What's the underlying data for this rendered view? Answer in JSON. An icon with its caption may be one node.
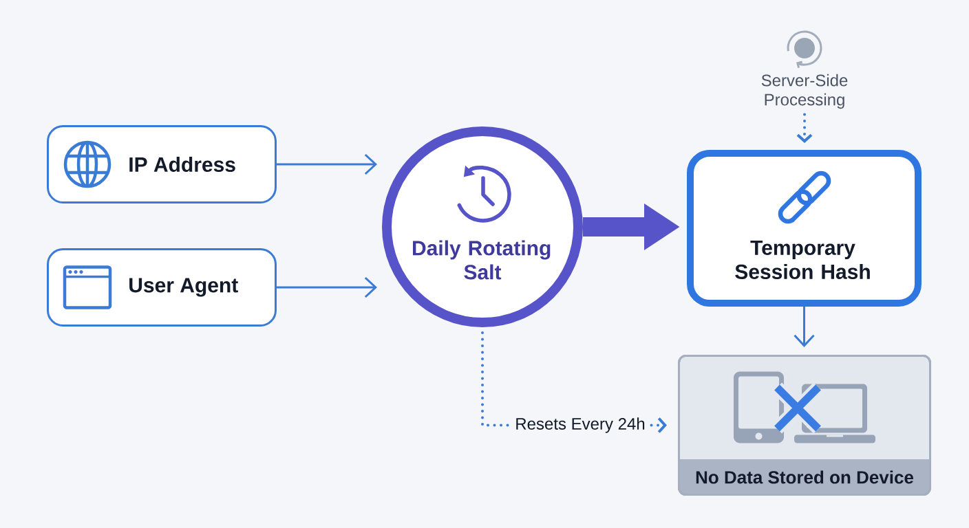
{
  "diagram": {
    "nodes": [
      {
        "text": [
          "IP Address"
        ]
      },
      {
        "text": [
          "User Agent"
        ]
      },
      {
        "text": [
          "Daily Rotating Salt"
        ]
      },
      {
        "text": [
          "Server-Side Processing"
        ]
      },
      {
        "text": [
          "Temporary Session Hash"
        ]
      },
      {
        "text": [
          "No Data Stored on Device"
        ]
      }
    ],
    "edges": [
      {
        "from": 0,
        "to": 2,
        "arrow": "to"
      },
      {
        "from": 1,
        "to": 2,
        "arrow": "to"
      },
      {
        "from": 2,
        "to": 4,
        "arrow": "to",
        "style": "thick",
        "color": "#5753c9"
      },
      {
        "from": 3,
        "to": 4,
        "arrow": "to",
        "style": "dashed"
      },
      {
        "from": 4,
        "to": 5,
        "arrow": "to"
      },
      {
        "from": 2,
        "to": 5,
        "arrow": "to",
        "style": "dashed",
        "label": "Resets Every 24h"
      }
    ]
  }
}
